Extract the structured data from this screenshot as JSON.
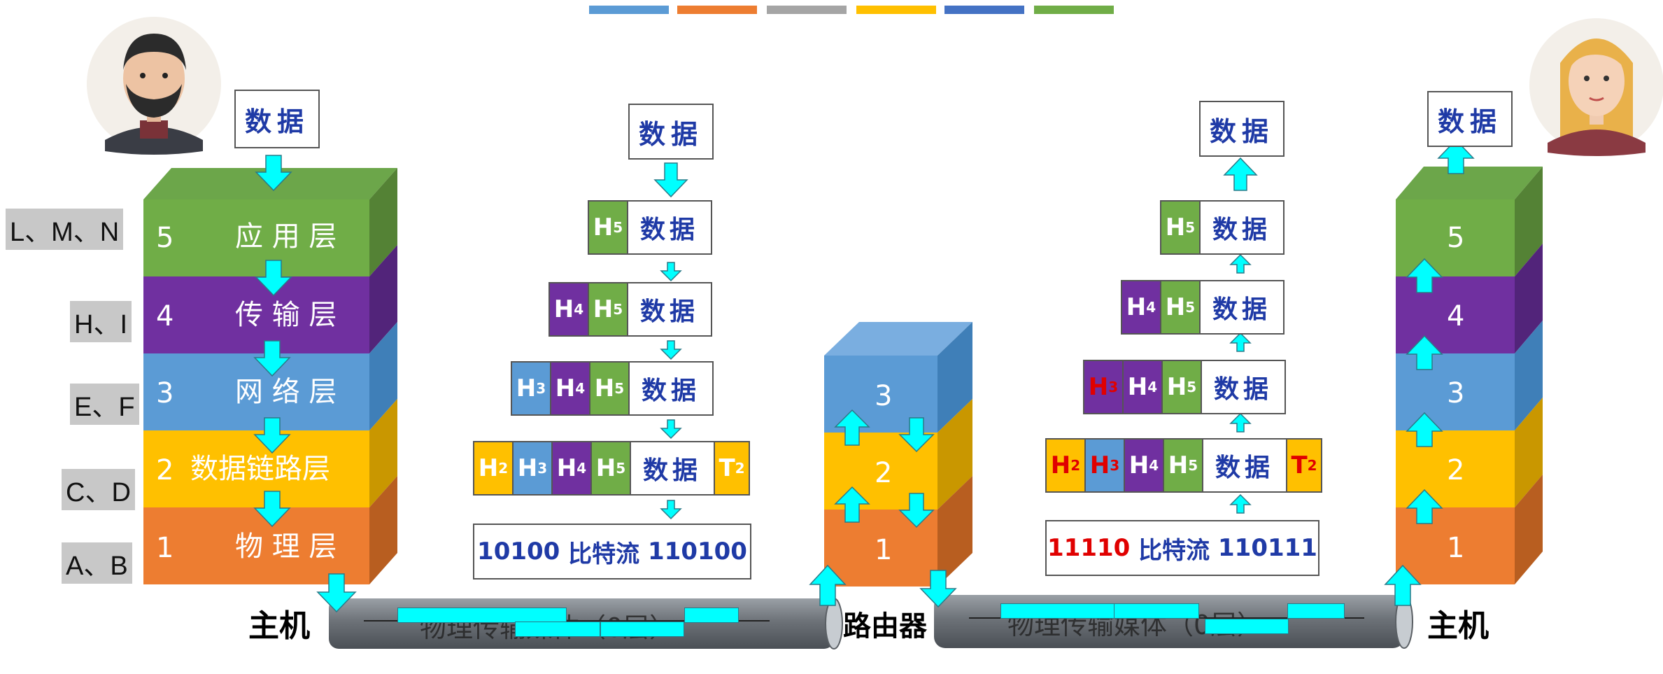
{
  "colors": {
    "application": "#70ad47",
    "transport": "#7030a0",
    "network": "#5b9bd5",
    "datalink": "#ffc000",
    "physical": "#ed7d31",
    "arrow": "#00ffff",
    "data_text": "#1f3aa6",
    "highlight_text": "#e00000"
  },
  "legend_bar_colors": [
    "#5b9bd5",
    "#ed7d31",
    "#a5a5a5",
    "#ffc000",
    "#4472c4",
    "#70ad47"
  ],
  "icons": {
    "sender": "man-avatar-icon",
    "receiver": "woman-avatar-icon",
    "arrows": "cyan-arrow-icon"
  },
  "left_host": {
    "caption": "主机",
    "data": "数据",
    "layers": [
      {
        "num": "5",
        "name": "应 用 层",
        "side_label": "L、M、N"
      },
      {
        "num": "4",
        "name": "传 输 层",
        "side_label": "H、I"
      },
      {
        "num": "3",
        "name": "网 络 层",
        "side_label": "E、F"
      },
      {
        "num": "2",
        "name": "数据链路层",
        "side_label": "C、D"
      },
      {
        "num": "1",
        "name": "物 理 层",
        "side_label": "A、B"
      }
    ]
  },
  "encapsulation": {
    "data": "数据",
    "h5": "H",
    "h4": "H",
    "h3": "H",
    "h2": "H",
    "t2": "T",
    "sub5": "5",
    "sub4": "4",
    "sub3": "3",
    "sub2": "2",
    "bits_left": "10100",
    "bits_middle": "比特流",
    "bits_right": "110100"
  },
  "router": {
    "caption": "路由器",
    "layers": [
      "3",
      "2",
      "1"
    ]
  },
  "decapsulation": {
    "data": "数据",
    "bits_left": "11110",
    "bits_middle": "比特流",
    "bits_right": "110111"
  },
  "right_host": {
    "caption": "主机",
    "data": "数据",
    "layers": [
      "5",
      "4",
      "3",
      "2",
      "1"
    ]
  },
  "medium": {
    "left_label": "物理传输媒体（0层）",
    "right_label": "物理传输媒体（0层）"
  }
}
